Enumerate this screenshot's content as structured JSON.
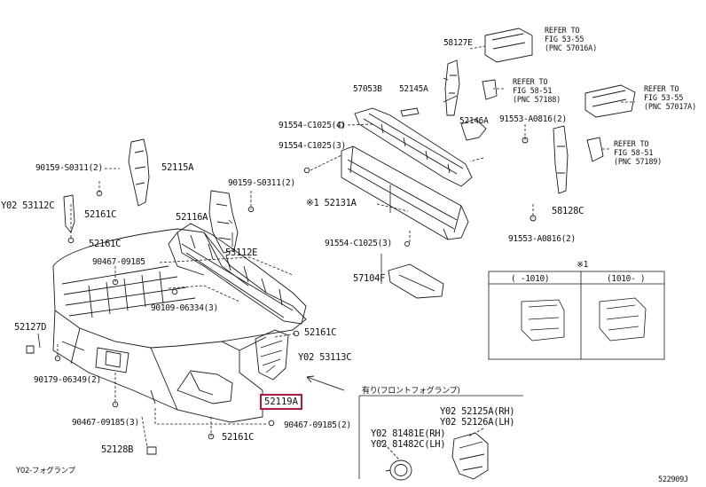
{
  "labels": {
    "p58127E": "58127E",
    "ref1": [
      "REFER TO",
      "FIG 53-55",
      "(PNC 57016A)"
    ],
    "ref2": [
      "REFER TO",
      "FIG 58-51",
      "(PNC 57188)"
    ],
    "ref3": [
      "REFER TO",
      "FIG 53-55",
      "(PNC 57017A)"
    ],
    "ref4": [
      "REFER TO",
      "FIG 58-51",
      "(PNC 57189)"
    ],
    "p57053B": "57053B",
    "p52145A": "52145A",
    "p52146A": "52146A",
    "p91554_4": "91554-C1025(4)",
    "p91553_2a": "91553-A0816(2)",
    "p91554_3a": "91554-C1025(3)",
    "p90159_2a": "90159-S0311(2)",
    "p52115A": "52115A",
    "p90159_2b": "90159-S0311(2)",
    "p52131A": "※1 52131A",
    "y02_53112C": "Y02 53112C",
    "p52161C_a": "52161C",
    "p52116A": "52116A",
    "p58128C": "58128C",
    "p52161C_b": "52161C",
    "p53112E": "53112E",
    "p91554_3b": "91554-C1025(3)",
    "p91553_2b": "91553-A0816(2)",
    "p90467_a": "90467-09185",
    "p57104F": "57104F",
    "star1": "※1",
    "col1": "(   -1010)",
    "col2": "(1010-   )",
    "p90109": "90109-06334(3)",
    "p52127D": "52127D",
    "p52161C_c": "52161C",
    "y02_53113C": "Y02 53113C",
    "p90179": "90179-06349(2)",
    "p52119A": "52119A",
    "p90467_b": "90467-09185(3)",
    "p90467_c": "90467-09185(2)",
    "p52161C_d": "52161C",
    "p52128B": "52128B",
    "fog_title": "有り(フロントフォグランプ)",
    "y02_52125A": "Y02 52125A(RH)",
    "y02_52126A": "Y02 52126A(LH)",
    "y02_81481E": "Y02 81481E(RH)",
    "y02_81482C": "Y02 81482C(LH)",
    "footnote": "Y02-フォグランプ",
    "fig_id": "522909J"
  },
  "colors": {
    "highlight": "#c0143c",
    "line": "#1a1a1a"
  }
}
